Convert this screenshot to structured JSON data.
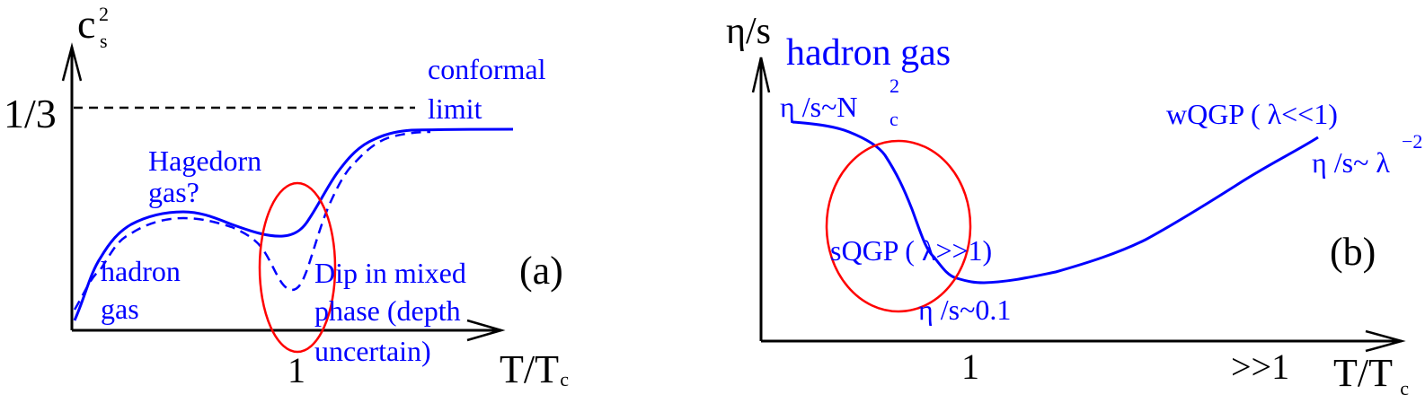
{
  "colors": {
    "curve": "#0000ff",
    "ellipse": "#ff0000",
    "axis": "#000000"
  },
  "panel_a": {
    "y_label": {
      "main": "c",
      "sup": "2",
      "sub": "s"
    },
    "y_tick": "1/3",
    "x_tick": "1",
    "x_label": {
      "main": "T/T",
      "sub": "c"
    },
    "panel_tag": "(a)",
    "labels": {
      "conformal_1": "conformal",
      "conformal_2": "limit",
      "hagedorn_1": "Hagedorn",
      "hagedorn_2": "gas?",
      "hadron_1": "hadron",
      "hadron_2": "gas",
      "dip_1": "Dip in mixed",
      "dip_2": "phase (depth",
      "dip_3": "uncertain)"
    }
  },
  "panel_b": {
    "y_label": "η/s",
    "hadron_gas": "hadron gas",
    "x_tick_1": "1",
    "x_tick_2": ">>1",
    "x_label": {
      "main": "T/T",
      "sub": "c"
    },
    "panel_tag": "(b)",
    "labels": {
      "nc": {
        "main": "η /s~N",
        "sup": "2",
        "sub": "c"
      },
      "wqgp": "wQGP ( λ<<1)",
      "lambda": {
        "main": "η /s~ λ",
        "sup": "−2"
      },
      "sqgp": "sQGP ( λ>>1)",
      "min": "η /s~0.1"
    }
  }
}
